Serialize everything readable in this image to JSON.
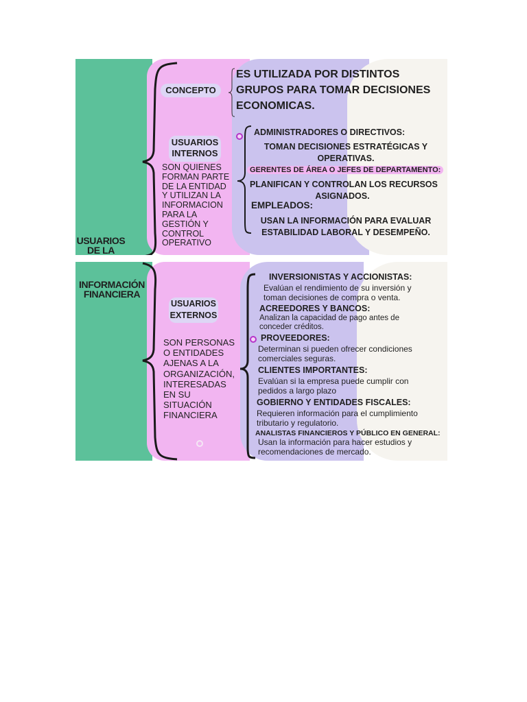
{
  "title": {
    "line1": "USUARIOS",
    "line2": "DE LA",
    "line3": "INFORMACIÓN",
    "line4": "FINANCIERA"
  },
  "concepto": {
    "label": "CONCEPTO",
    "text": [
      "ES UTILIZADA POR DISTINTOS",
      "GRUPOS PARA TOMAR DECISIONES",
      "ECONOMICAS."
    ]
  },
  "internos": {
    "label": [
      "USUARIOS",
      "INTERNOS"
    ],
    "description": [
      "SON QUIENES",
      "FORMAN PARTE",
      "DE LA ENTIDAD",
      "Y UTILIZAN LA",
      "INFORMACION",
      "PARA LA",
      "GESTIÓN Y",
      "CONTROL",
      "OPERATIVO"
    ],
    "items": [
      {
        "title": "ADMINISTRADORES O DIRECTIVOS:",
        "text": [
          "TOMAN DECISIONES ESTRATÉGICAS Y",
          "OPERATIVAS."
        ]
      },
      {
        "title": "GERENTES DE ÁREA O JEFES DE DEPARTAMENTO:",
        "text": [
          "PLANIFICAN Y CONTROLAN LOS RECURSOS",
          "ASIGNADOS."
        ]
      },
      {
        "title": "EMPLEADOS:",
        "text": [
          "USAN LA INFORMACIÓN PARA EVALUAR",
          "ESTABILIDAD LABORAL Y DESEMPEÑO."
        ]
      }
    ]
  },
  "externos": {
    "label": [
      "USUARIOS",
      "EXTERNOS"
    ],
    "description": [
      "SON PERSONAS",
      "O ENTIDADES",
      "AJENAS A LA",
      "ORGANIZACIÓN,",
      "INTERESADAS",
      "EN SU",
      "SITUACIÓN",
      "FINANCIERA"
    ],
    "items": [
      {
        "title": "INVERSIONISTAS Y ACCIONISTAS:",
        "text": [
          "Evalúan el rendimiento de su inversión y",
          "toman decisiones de compra o venta."
        ]
      },
      {
        "title": "ACREEDORES Y BANCOS:",
        "text": [
          "Analizan la capacidad de pago antes de",
          "conceder créditos."
        ]
      },
      {
        "title": "PROVEEDORES:",
        "text": [
          "Determinan si pueden ofrecer condiciones",
          "comerciales seguras."
        ]
      },
      {
        "title": "CLIENTES IMPORTANTES:",
        "text": [
          "Evalúan si la empresa puede cumplir con",
          "pedidos a largo plazo"
        ]
      },
      {
        "title": "GOBIERNO Y ENTIDADES FISCALES:",
        "text": [
          "Requieren información para el cumplimiento",
          "tributario y regulatorio."
        ]
      },
      {
        "title": "ANALISTAS FINANCIEROS Y PÚBLICO EN GENERAL:",
        "text": [
          "Usan la información para hacer estudios y",
          "recomendaciones de mercado."
        ]
      }
    ]
  },
  "colors": {
    "green": "#5cc19a",
    "pink": "#f2b5f1",
    "lavender": "#cbc3ee",
    "cream": "#f6f4ef",
    "dot": "#b535c9"
  }
}
